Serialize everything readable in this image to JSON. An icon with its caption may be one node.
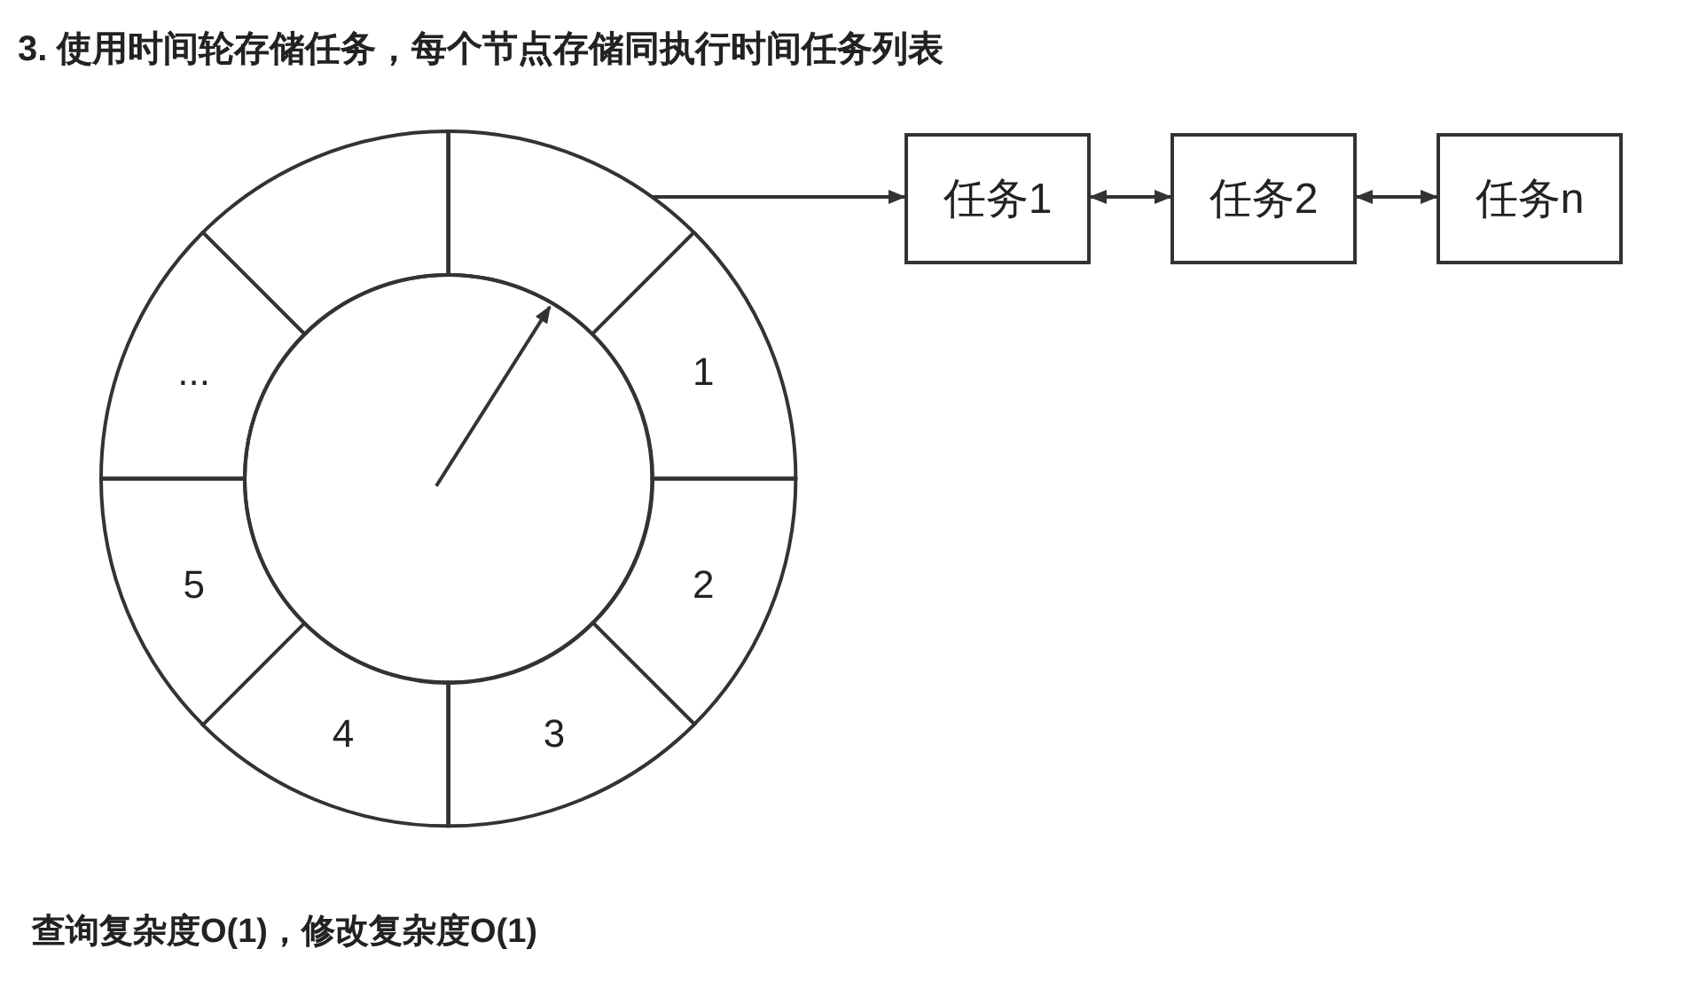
{
  "diagram": {
    "title": "3. 使用时间轮存储任务，每个节点存储同执行时间任务列表",
    "nodes": [
      {
        "text": [],
        "shape": "box"
      },
      {
        "text": [],
        "shape": "box"
      },
      {
        "text": [
          "1"
        ]
      },
      {
        "text": [
          "2"
        ]
      },
      {
        "text": [
          "3"
        ]
      },
      {
        "text": [
          "4"
        ]
      },
      {
        "text": [
          "5"
        ]
      },
      {
        "text": [
          "..."
        ]
      },
      {
        "text": [
          "任务1"
        ]
      },
      {
        "text": [
          "任务2"
        ]
      },
      {
        "text": [
          "任务n"
        ]
      }
    ],
    "edges": [
      {
        "from": 1,
        "to": 8,
        "arrow": "to"
      },
      {
        "from": 8,
        "to": 9,
        "arrow": "both"
      },
      {
        "from": 9,
        "to": 10,
        "arrow": "both"
      }
    ],
    "caption": "查询复杂度O(1)，修改复杂度O(1)"
  }
}
